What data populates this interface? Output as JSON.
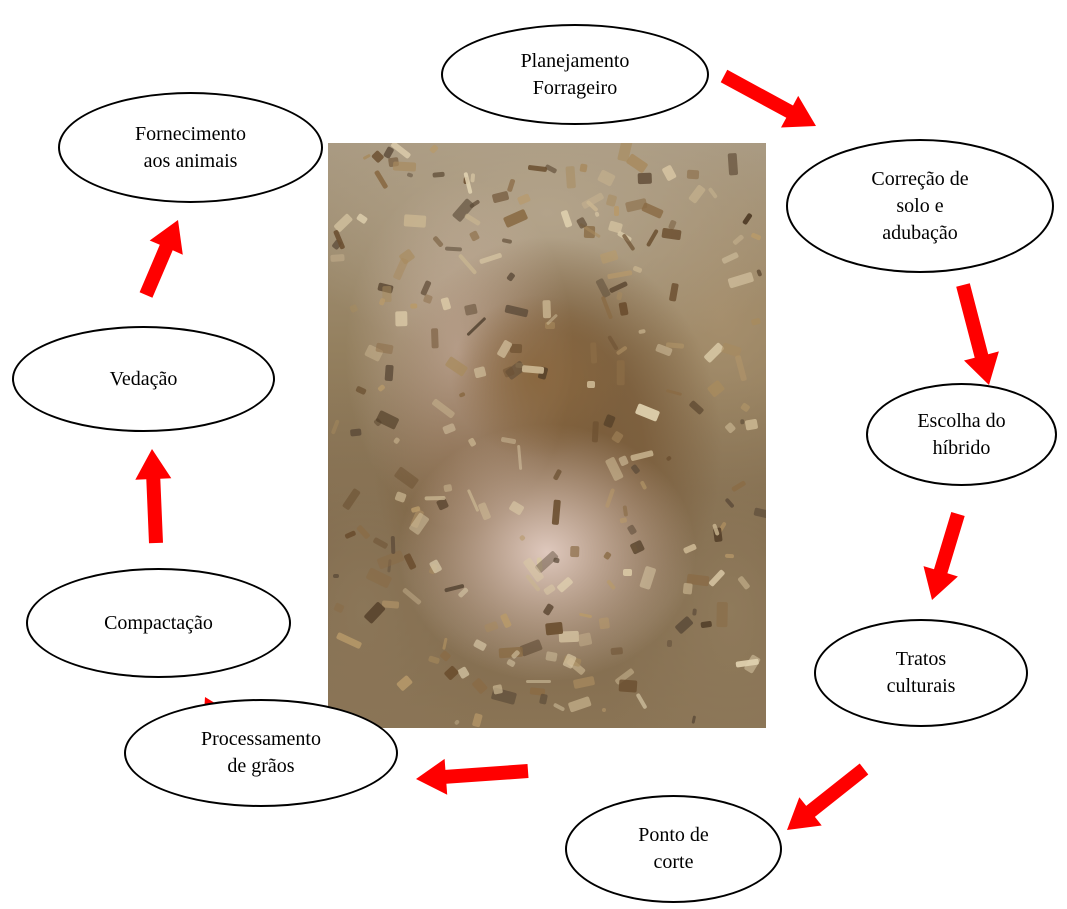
{
  "diagram": {
    "nodes": [
      {
        "id": "planejamento",
        "lines": [
          "Planejamento",
          "Forrageiro"
        ]
      },
      {
        "id": "correcao",
        "lines": [
          "Correção de",
          "solo e",
          "adubação"
        ]
      },
      {
        "id": "escolha",
        "lines": [
          "Escolha do",
          "híbrido"
        ]
      },
      {
        "id": "tratos",
        "lines": [
          "Tratos",
          "culturais"
        ]
      },
      {
        "id": "ponto",
        "lines": [
          "Ponto de",
          "corte"
        ]
      },
      {
        "id": "processamento",
        "lines": [
          "Processamento",
          "de grãos"
        ]
      },
      {
        "id": "compactacao",
        "lines": [
          "Compactação"
        ]
      },
      {
        "id": "vedacao",
        "lines": [
          "Vedação"
        ]
      },
      {
        "id": "fornecimento",
        "lines": [
          "Fornecimento",
          "aos animais"
        ]
      }
    ],
    "edges": [
      {
        "from": "planejamento",
        "to": "correcao"
      },
      {
        "from": "correcao",
        "to": "escolha"
      },
      {
        "from": "escolha",
        "to": "tratos"
      },
      {
        "from": "tratos",
        "to": "ponto"
      },
      {
        "from": "ponto",
        "to": "processamento"
      },
      {
        "from": "processamento",
        "to": "compactacao"
      },
      {
        "from": "compactacao",
        "to": "vedacao"
      },
      {
        "from": "vedacao",
        "to": "fornecimento"
      }
    ],
    "arrow_color": "#ff0000",
    "center_image": "silage-photo"
  }
}
